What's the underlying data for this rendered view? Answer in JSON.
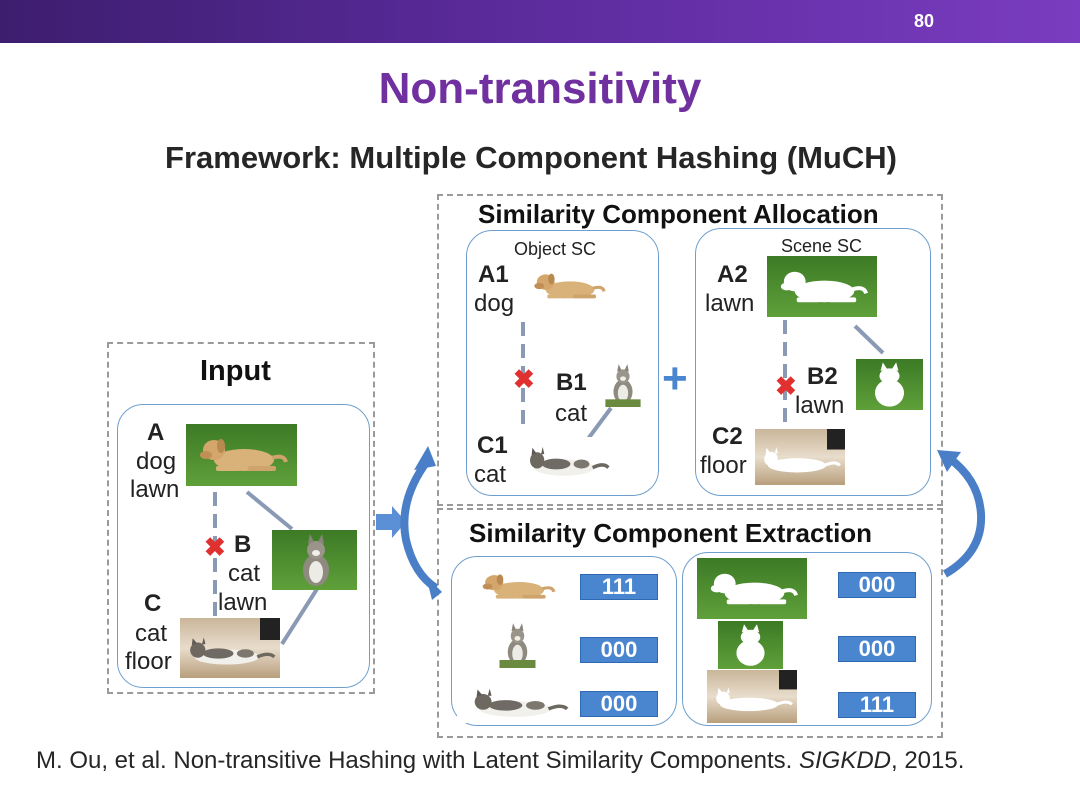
{
  "slide_number": "80",
  "title": "Non-transitivity",
  "subtitle": "Framework: Multiple Component Hashing (MuCH)",
  "input": {
    "heading": "Input",
    "a_letter": "A",
    "a_line1": "dog",
    "a_line2": "lawn",
    "b_letter": "B",
    "b_line1": "cat",
    "b_line2": "lawn",
    "c_letter": "C",
    "c_line1": "cat",
    "c_line2": "floor"
  },
  "allocation": {
    "heading": "Similarity Component Allocation",
    "object_sc": {
      "caption": "Object SC",
      "a_letter": "A1",
      "a_word": "dog",
      "b_letter": "B1",
      "b_word": "cat",
      "c_letter": "C1",
      "c_word": "cat"
    },
    "plus_symbol": "+",
    "scene_sc": {
      "caption": "Scene SC",
      "a_letter": "A2",
      "a_word": "lawn",
      "b_letter": "B2",
      "b_word": "lawn",
      "c_letter": "C2",
      "c_word": "floor"
    }
  },
  "extraction": {
    "heading": "Similarity Component Extraction",
    "object_codes": [
      "111",
      "000",
      "000"
    ],
    "scene_codes": [
      "000",
      "000",
      "111"
    ]
  },
  "cross_symbol": "✖",
  "citation": {
    "text": "M. Ou, et al. Non-transitive Hashing with Latent Similarity Components. ",
    "venue": "SIGKDD",
    "tail": ", 2015."
  },
  "colors": {
    "banner": "#5a2a9a",
    "title": "#7030a0",
    "box_border": "#6f9fce",
    "code_fill": "#4a86d0",
    "cross": "#e03030",
    "dashed_border": "#9a9a9a"
  }
}
